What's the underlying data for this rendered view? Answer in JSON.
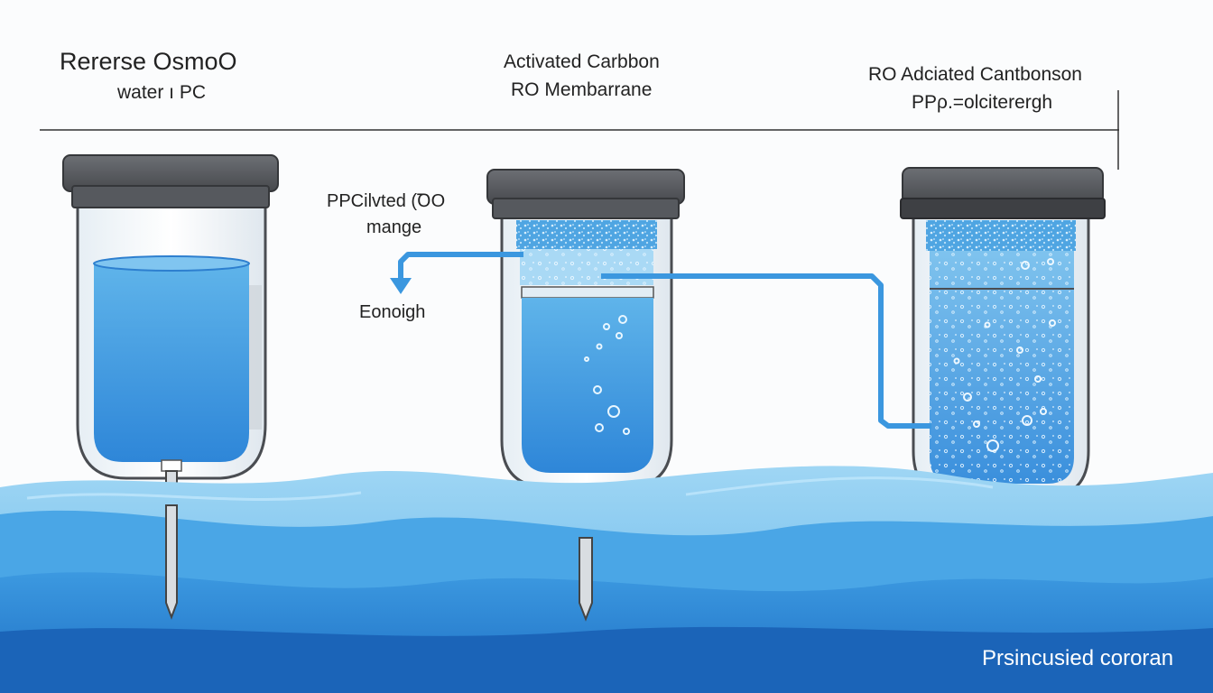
{
  "labels": {
    "title_left": "Rererse OsmoO",
    "subtitle_left": "water ı PC",
    "title_center": "Activated Carbbon",
    "subtitle_center": "RO Membarrane",
    "title_right": "RO Adciated Cantbonson",
    "subtitle_right": "PPρ.=olciterergh",
    "flow_label_line1": "PPCilvted (ꝹO",
    "flow_label_line2": "mange",
    "arrow_label": "Eonoigh",
    "footer": "Prsincusied cororan"
  },
  "colors": {
    "water_light": "#8fcdf1",
    "water_mid": "#44a3e4",
    "water_deep": "#1f6fc6",
    "cap": "#5b5e63",
    "pipe": "#3b97df"
  },
  "icons": [
    "filter-housing-left",
    "filter-housing-center",
    "filter-housing-right",
    "flow-arrow",
    "water-waves"
  ]
}
